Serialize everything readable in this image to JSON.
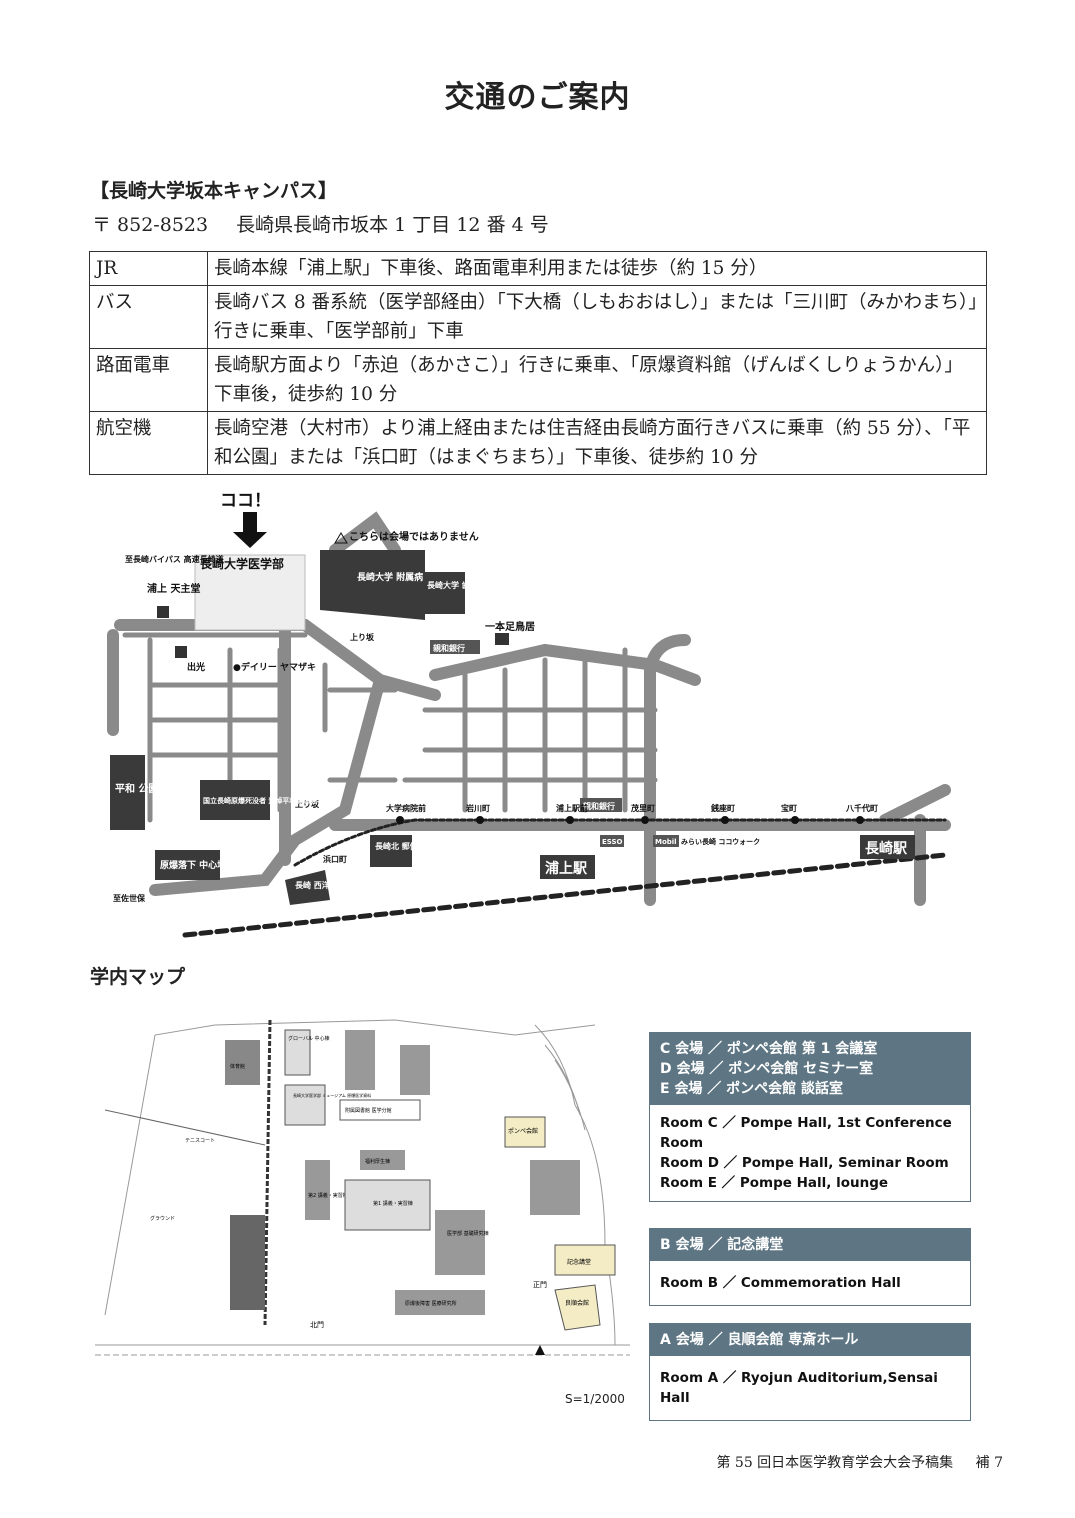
{
  "title": "交通のご案内",
  "campus": {
    "heading": "【長崎大学坂本キャンパス】",
    "postal": "〒 852-8523",
    "address": "長崎県長崎市坂本 1 丁目 12 番 4 号"
  },
  "access_table": [
    {
      "mode": "JR",
      "detail": "長崎本線「浦上駅」下車後、路面電車利用または徒歩（約 15 分）"
    },
    {
      "mode": "バス",
      "detail": "長崎バス 8 番系統（医学部経由）「下大橋（しもおおはし）」または「三川町（みかわまち）」行きに乗車、「医学部前」下車"
    },
    {
      "mode": "路面電車",
      "detail": "長崎駅方面より「赤迫（あかさこ）」行きに乗車、「原爆資料館（げんばくしりょうかん）」下車後，徒歩約 10 分"
    },
    {
      "mode": "航空機",
      "detail": "長崎空港（大村市）より浦上経由または住吉経由長崎方面行きバスに乗車（約 55 分）、「平和公園」または「浜口町（はまぐちまち）」下車後、徒歩約 10 分"
    }
  ],
  "route_map": {
    "here": "ココ！",
    "warning": "こちらは会場ではありません",
    "labels": {
      "school": "長崎大学医学部",
      "hospital": "長崎大学\n附属病院",
      "dental": "長崎大学\n歯学部",
      "bypass": "至長崎バイパス\n高速長崎道",
      "church": "浦上\n天主堂",
      "torii": "一本足鳥居",
      "shinwa1": "親和銀行",
      "shinwa2": "親和銀行",
      "slope1": "上り坂",
      "slope2": "上り坂",
      "idemitsu": "出光",
      "yamazaki": "●デイリー\nヤマザキ",
      "heiwa": "平和\n公園",
      "memorial": "国立長崎原爆死没者\n追悼平和記念館",
      "hypocenter": "原爆落下\n中心地公園",
      "sasebo": "至佐世保",
      "hamaguchi": "浜口町",
      "seiyokan": "長崎\n西洋館",
      "post": "長崎北\n郵便局",
      "urakami_st": "浦上駅",
      "nagasaki_st": "長崎駅",
      "esso": "ESSO",
      "mobil": "Mobil",
      "mirai": "みらい長崎\nココウォーク"
    },
    "tram_stops": [
      "大学病院前",
      "岩川町",
      "浦上駅前",
      "茂里町",
      "銭座町",
      "宝町",
      "八千代町"
    ]
  },
  "campus_map": {
    "heading": "学内マップ",
    "labels": {
      "pompe": "ポンペ会館",
      "kinen": "記念講堂",
      "ryojun": "良順会館",
      "tennis": "テニスコート",
      "ground": "グラウンド",
      "gym": "体育館",
      "global": "グローバル\n中心棟",
      "library": "附属図書館\n医学分館",
      "lab1": "第1\n講義・実習棟",
      "lab2": "第2\n講義・実習棟",
      "main": "医学部\n基礎研究棟",
      "genbaku": "原爆後障害\n医療研究所",
      "welfare": "福利厚生棟",
      "museum": "長崎大学医学部\nミュージアム\n原爆医学資料",
      "seimon": "正門",
      "kitamon": "北門"
    },
    "scale": "S=1/2000"
  },
  "venues": [
    {
      "header_lines": [
        "C 会場 ／ ポンペ会館 第 1 会議室",
        "D 会場 ／ ポンペ会館 セミナー室",
        "E 会場 ／ ポンペ会館 談話室"
      ],
      "body_lines": [
        "Room C ／ Pompe Hall, 1st Conference Room",
        "Room D ／ Pompe Hall, Seminar Room",
        "Room E ／ Pompe Hall, lounge"
      ]
    },
    {
      "header_lines": [
        "B 会場 ／ 記念講堂"
      ],
      "body_lines": [
        "Room B ／ Commemoration Hall"
      ]
    },
    {
      "header_lines": [
        "A 会場 ／ 良順会館 専斎ホール"
      ],
      "body_lines": [
        "Room A ／ Ryojun Auditorium,Sensai Hall"
      ]
    }
  ],
  "footer": {
    "proceedings": "第 55 回日本医学教育学会大会予稿集",
    "page": "補 7"
  },
  "colors": {
    "venue_header": "#5e7684",
    "venue_highlight": "#f3ecc5",
    "building": "#3a3a3a",
    "road": "#8a8a8a"
  }
}
